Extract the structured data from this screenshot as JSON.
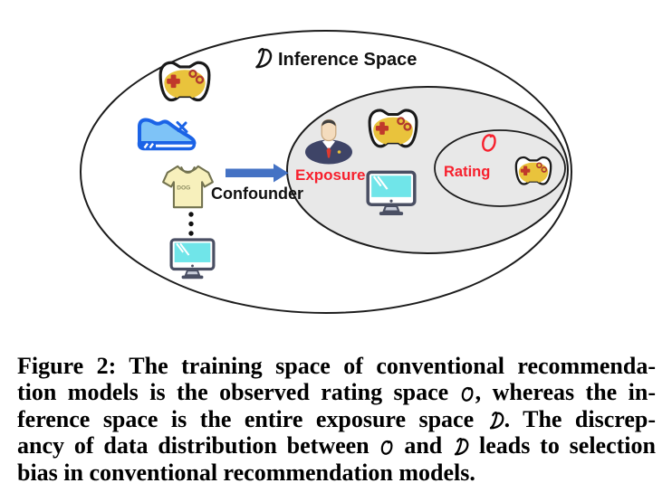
{
  "figure": {
    "outer_label": {
      "symbol": "𝒟",
      "text": "Inference Space"
    },
    "confounder_label": "Confounder",
    "exposure_label": "Exposure",
    "rating_label": {
      "symbol": "𝒪",
      "text": "Rating"
    },
    "tshirt_text": "DOG",
    "colors": {
      "red_text": "#F7202D",
      "arrow_blue": "#4472C4",
      "exposure_fill": "#E8E8E8",
      "controller_yellow": "#E9C33C",
      "shoe_blue": "#1B63E6",
      "tshirt_yellow": "#F7F0BC",
      "screen_cyan": "#70E5E9",
      "suit_navy": "#3E4467"
    }
  },
  "caption": {
    "lines": [
      [
        {
          "t": "Figure 2: The training space of conventional recommenda-"
        }
      ],
      [
        {
          "t": "tion models is the observed rating space "
        },
        {
          "s": "𝒪"
        },
        {
          "t": ", whereas the in-"
        }
      ],
      [
        {
          "t": "ference space is the entire exposure space "
        },
        {
          "s": "𝒟"
        },
        {
          "t": ". The discrep-"
        }
      ],
      [
        {
          "t": "ancy of data distribution between "
        },
        {
          "s": "𝒪"
        },
        {
          "t": " and "
        },
        {
          "s": "𝒟"
        },
        {
          "t": " leads to selection"
        }
      ],
      [
        {
          "t": "bias in conventional recommendation models."
        }
      ]
    ]
  }
}
